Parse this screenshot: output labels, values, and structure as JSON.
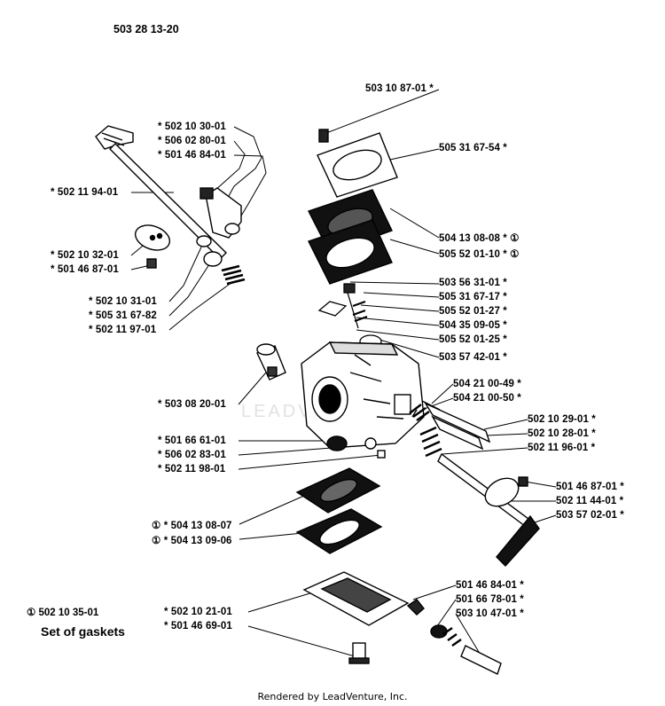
{
  "title": "503 28 13-20",
  "kit": {
    "number": "① 502 10 35-01",
    "name": "Set of gaskets"
  },
  "footer": "Rendered by LeadVenture, Inc.",
  "watermark": "LEADVENTURE",
  "callouts": [
    {
      "text": "503 10 87-01  *"
    },
    {
      "text": "505 31 67-54  *"
    },
    {
      "text": "504 13 08-08  * ①"
    },
    {
      "text": "505 52 01-10  * ①"
    },
    {
      "text": "503 56 31-01  *"
    },
    {
      "text": "505 31 67-17  *"
    },
    {
      "text": "505 52 01-27  *"
    },
    {
      "text": "504 35 09-05  *"
    },
    {
      "text": "505 52 01-25  *"
    },
    {
      "text": "503 57 42-01  *"
    },
    {
      "text": "504 21 00-49  *"
    },
    {
      "text": "504 21 00-50  *"
    },
    {
      "text": "502 10 29-01  *"
    },
    {
      "text": "502 10 28-01  *"
    },
    {
      "text": "502 11 96-01  *"
    },
    {
      "text": "501 46 87-01  *"
    },
    {
      "text": "502 11 44-01  *"
    },
    {
      "text": "503 57 02-01  *"
    },
    {
      "text": "501 46 84-01  *"
    },
    {
      "text": "501 66 78-01  *"
    },
    {
      "text": "503 10 47-01  *"
    },
    {
      "text": "*  502 10 30-01"
    },
    {
      "text": "*  506 02 80-01"
    },
    {
      "text": "*  501 46 84-01"
    },
    {
      "text": "*  502 11 94-01"
    },
    {
      "text": "*  502 10 32-01"
    },
    {
      "text": "*  501 46 87-01"
    },
    {
      "text": "*  502 10 31-01"
    },
    {
      "text": "*  505 31 67-82"
    },
    {
      "text": "*  502 11 97-01"
    },
    {
      "text": "*  503 08 20-01"
    },
    {
      "text": "*  501 66 61-01"
    },
    {
      "text": "*  506 02 83-01"
    },
    {
      "text": "*  502 11 98-01"
    },
    {
      "text": "① *  504 13 08-07"
    },
    {
      "text": "① *  504 13 09-06"
    },
    {
      "text": "*  502 10 21-01"
    },
    {
      "text": "*  501 46 69-01"
    }
  ]
}
